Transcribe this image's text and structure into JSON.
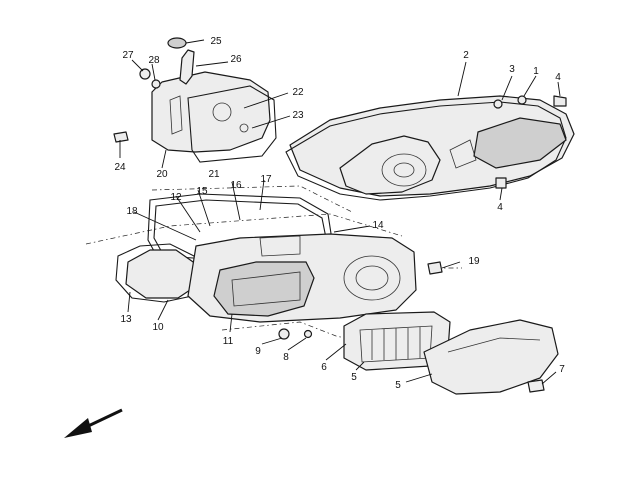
{
  "callouts": [
    {
      "id": "1",
      "text": "1"
    },
    {
      "id": "2",
      "text": "2"
    },
    {
      "id": "3",
      "text": "3"
    },
    {
      "id": "4a",
      "text": "4"
    },
    {
      "id": "4b",
      "text": "4"
    },
    {
      "id": "5",
      "text": "5"
    },
    {
      "id": "6",
      "text": "6"
    },
    {
      "id": "7",
      "text": "7"
    },
    {
      "id": "8",
      "text": "8"
    },
    {
      "id": "9",
      "text": "9"
    },
    {
      "id": "10",
      "text": "10"
    },
    {
      "id": "11",
      "text": "11"
    },
    {
      "id": "12",
      "text": "12"
    },
    {
      "id": "13",
      "text": "13"
    },
    {
      "id": "14",
      "text": "14"
    },
    {
      "id": "15",
      "text": "15"
    },
    {
      "id": "16",
      "text": "16"
    },
    {
      "id": "17",
      "text": "17"
    },
    {
      "id": "18",
      "text": "18"
    },
    {
      "id": "19",
      "text": "19"
    },
    {
      "id": "20",
      "text": "20"
    },
    {
      "id": "21",
      "text": "21"
    },
    {
      "id": "22",
      "text": "22"
    },
    {
      "id": "23",
      "text": "23"
    },
    {
      "id": "24",
      "text": "24"
    },
    {
      "id": "25",
      "text": "25"
    },
    {
      "id": "26",
      "text": "26"
    },
    {
      "id": "27",
      "text": "27"
    },
    {
      "id": "28",
      "text": "28"
    },
    {
      "id": "29",
      "text": "29"
    }
  ],
  "icons": {
    "direction": "front-arrow-icon"
  },
  "colors": {
    "line": "#1a1a1a",
    "fill": "#ededed",
    "background": "#ffffff"
  }
}
